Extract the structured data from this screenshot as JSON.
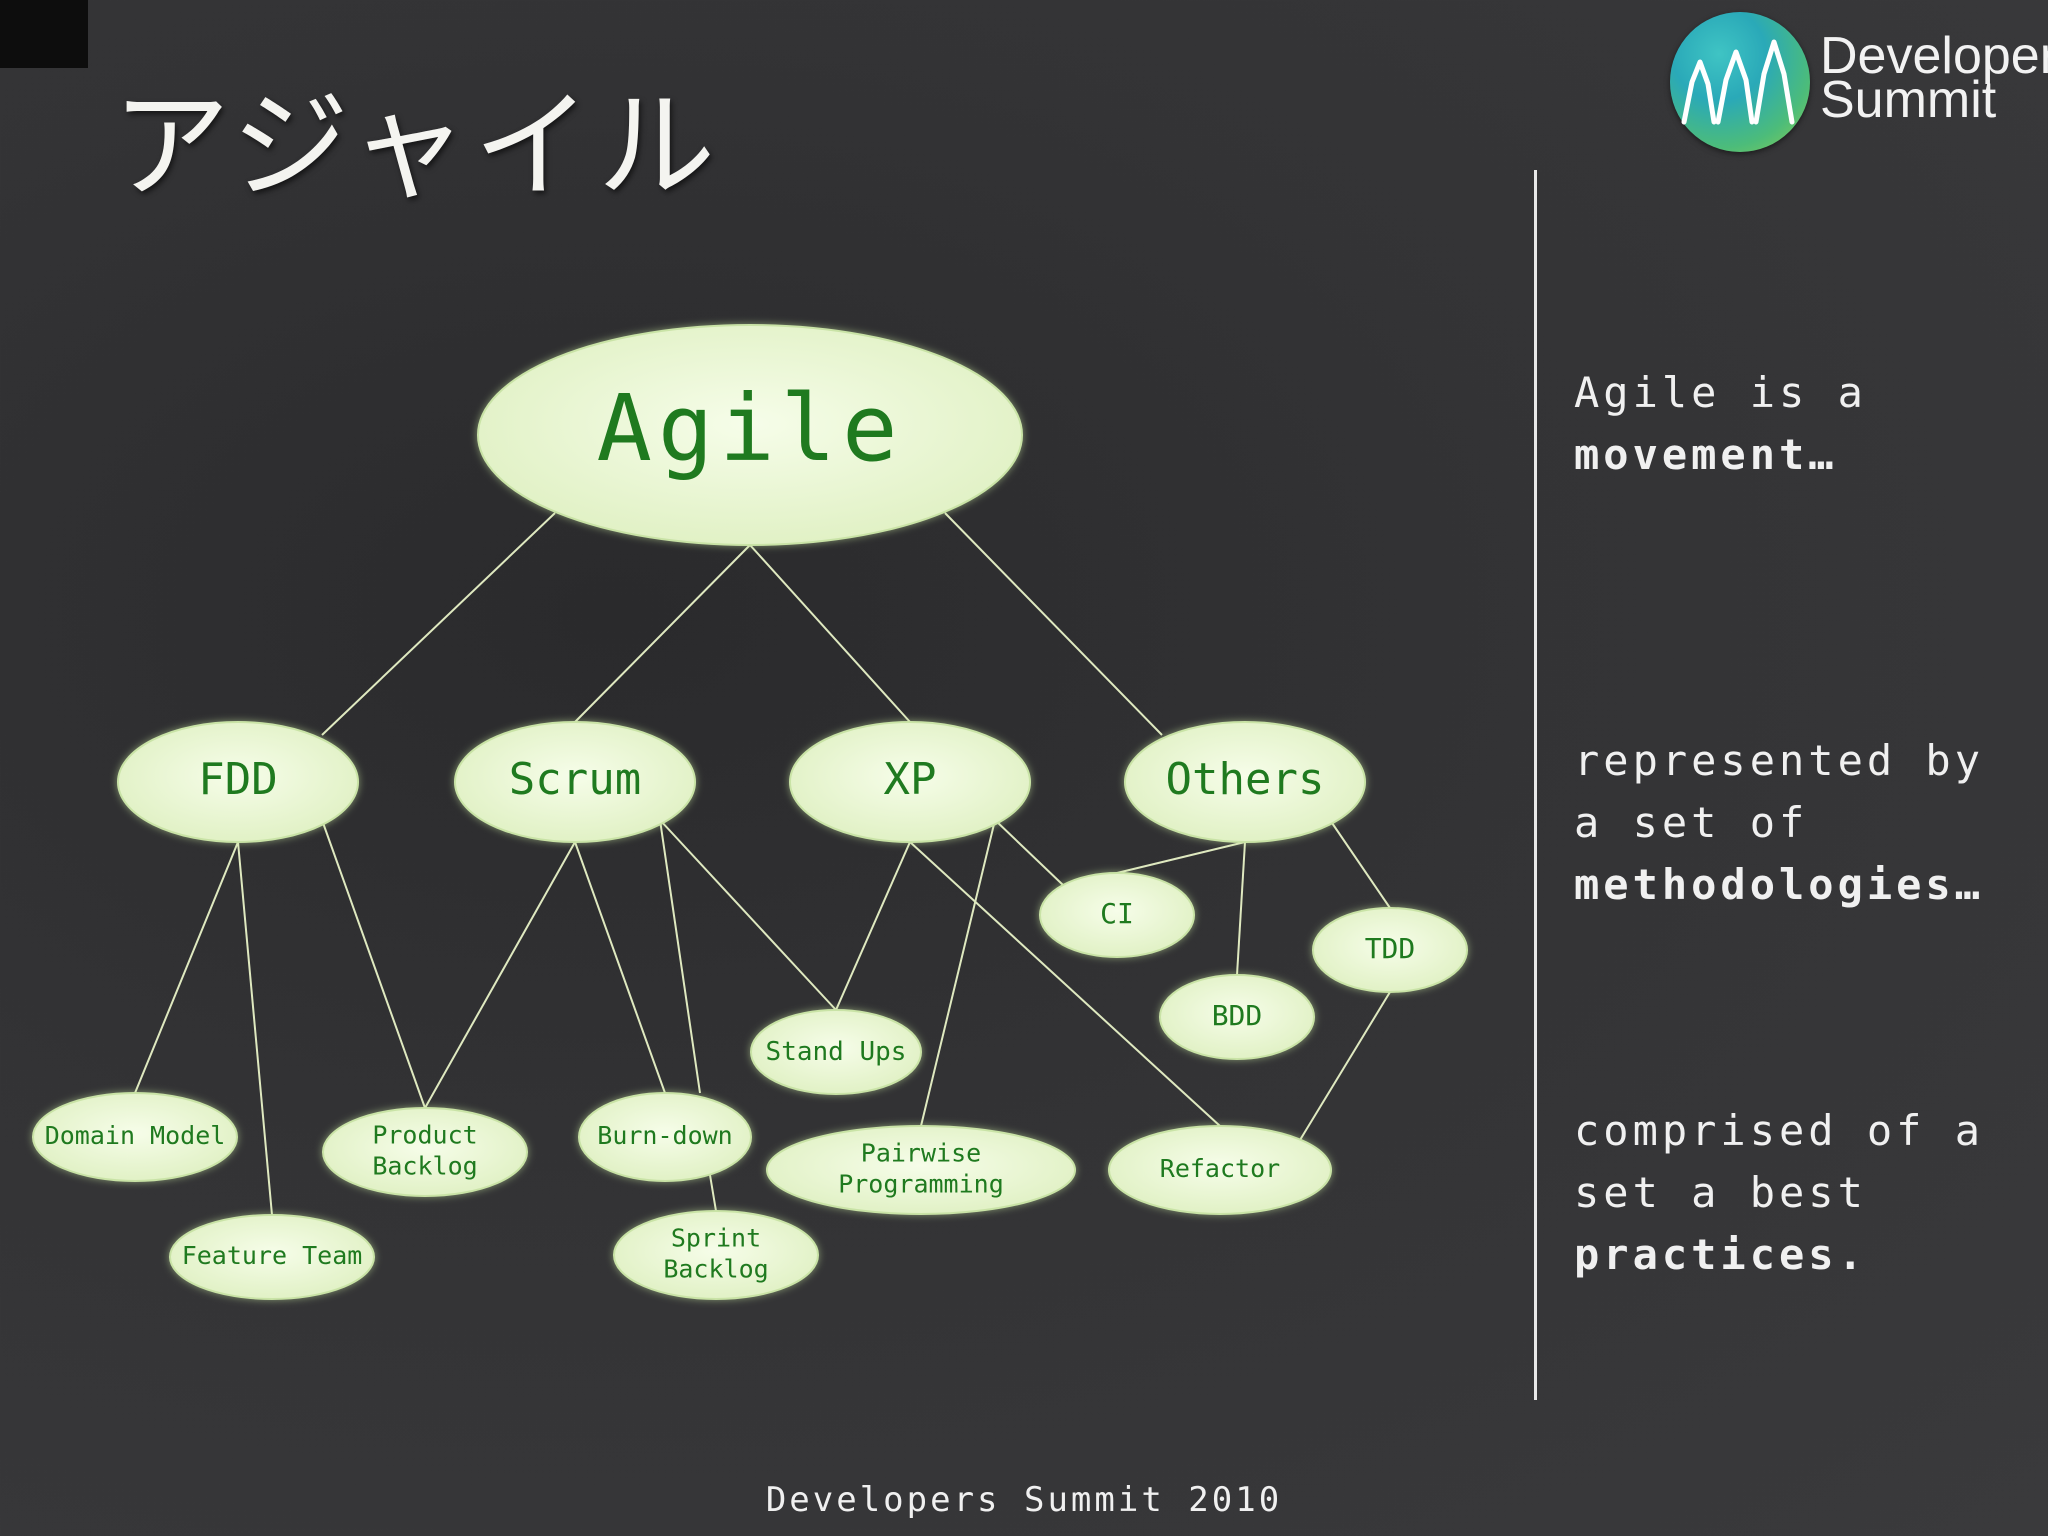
{
  "slide": {
    "title": "アジャイル",
    "footer": "Developers Summit 2010"
  },
  "logo": {
    "line1": "Developers",
    "line2": "Summit"
  },
  "side_text": [
    {
      "plain": "Agile is a",
      "bold": "movement…"
    },
    {
      "plain": "represented by a set of",
      "bold": "methodologies…"
    },
    {
      "plain": "comprised of a set a best",
      "bold": "practices."
    }
  ],
  "colors": {
    "node_fill": "#eaf7d4",
    "node_text": "#1f7a1f",
    "edge": "#dfe9c0"
  },
  "diagram": {
    "nodes": [
      {
        "id": "agile",
        "label": "Agile",
        "size": "xl"
      },
      {
        "id": "fdd",
        "label": "FDD",
        "size": "m"
      },
      {
        "id": "scrum",
        "label": "Scrum",
        "size": "m"
      },
      {
        "id": "xp",
        "label": "XP",
        "size": "m"
      },
      {
        "id": "others",
        "label": "Others",
        "size": "m"
      },
      {
        "id": "ci",
        "label": "CI",
        "size": "s"
      },
      {
        "id": "tdd",
        "label": "TDD",
        "size": "s"
      },
      {
        "id": "bdd",
        "label": "BDD",
        "size": "s"
      },
      {
        "id": "standups",
        "label": "Stand Ups",
        "size": "s"
      },
      {
        "id": "domain",
        "label": "Domain Model",
        "size": "s"
      },
      {
        "id": "product",
        "label": "Product\nBacklog",
        "size": "s"
      },
      {
        "id": "burndown",
        "label": "Burn-down",
        "size": "s"
      },
      {
        "id": "pairwise",
        "label": "Pairwise\nProgramming",
        "size": "s"
      },
      {
        "id": "refactor",
        "label": "Refactor",
        "size": "s"
      },
      {
        "id": "feature",
        "label": "Feature Team",
        "size": "s"
      },
      {
        "id": "sprint",
        "label": "Sprint\nBacklog",
        "size": "s"
      }
    ],
    "edges": [
      [
        "agile",
        "fdd"
      ],
      [
        "agile",
        "scrum"
      ],
      [
        "agile",
        "xp"
      ],
      [
        "agile",
        "others"
      ],
      [
        "fdd",
        "domain"
      ],
      [
        "fdd",
        "feature"
      ],
      [
        "fdd",
        "product"
      ],
      [
        "scrum",
        "product"
      ],
      [
        "scrum",
        "burndown"
      ],
      [
        "scrum",
        "sprint"
      ],
      [
        "scrum",
        "standups"
      ],
      [
        "xp",
        "standups"
      ],
      [
        "xp",
        "ci"
      ],
      [
        "xp",
        "pairwise"
      ],
      [
        "xp",
        "refactor"
      ],
      [
        "others",
        "ci"
      ],
      [
        "others",
        "bdd"
      ],
      [
        "others",
        "tdd"
      ],
      [
        "tdd",
        "refactor"
      ],
      [
        "burndown",
        "sprint"
      ]
    ]
  }
}
